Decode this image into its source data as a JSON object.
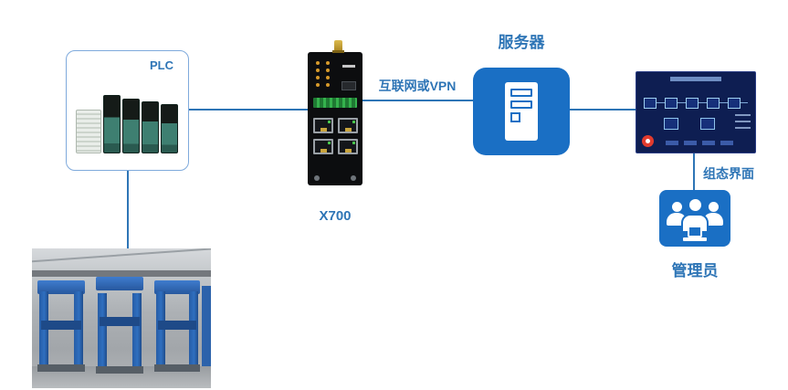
{
  "nodes": {
    "plc": {
      "label": "PLC"
    },
    "router": {
      "label": "X700"
    },
    "server": {
      "label": "服务器"
    },
    "scada": {
      "label": "组态界面"
    },
    "admin": {
      "label": "管理员"
    }
  },
  "links": {
    "internet": {
      "label": "互联网或VPN"
    }
  },
  "colors": {
    "accent": "#2E75B6",
    "connector": "#2E75B6",
    "icon_blue": "#1A6FC4",
    "scada_bg": "#0E1E52",
    "logo_red": "#E23B2E",
    "machine_blue": "#2F6FC0"
  }
}
